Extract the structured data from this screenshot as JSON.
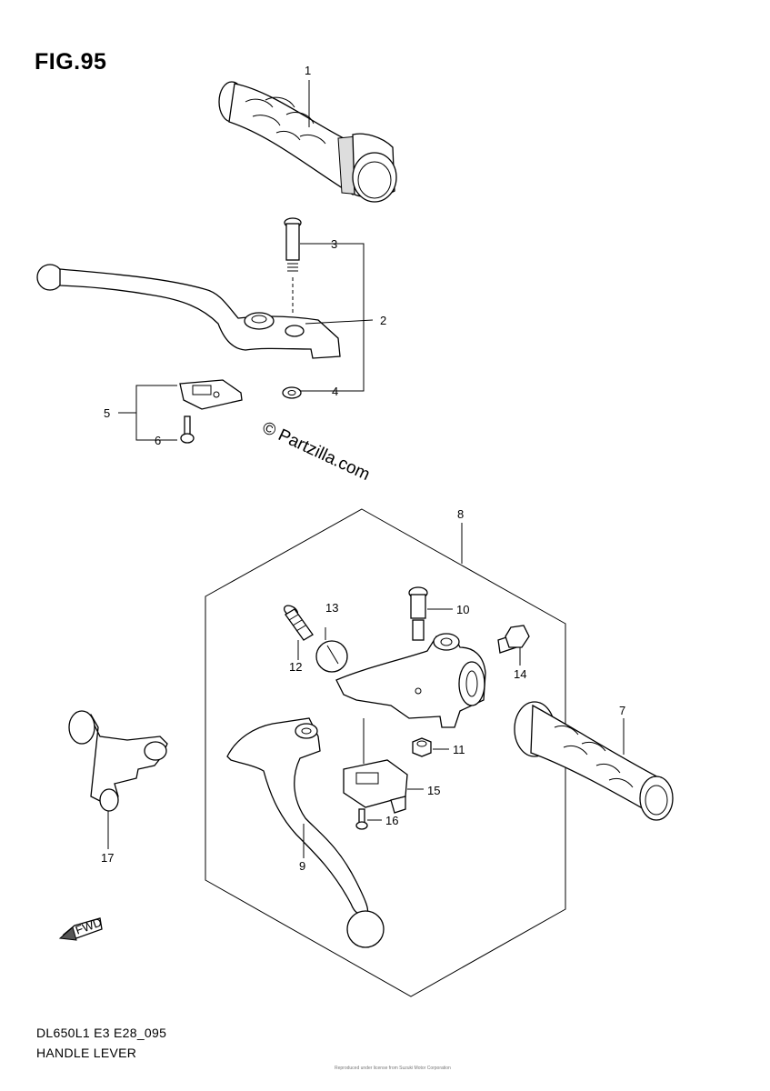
{
  "figure": {
    "title": "FIG.95",
    "model_code": "DL650L1 E3 E28_095",
    "section_name": "HANDLE LEVER",
    "watermark": "© Partzilla.com",
    "tiny_text": "Reproduced under license from Suzuki Motor Corporation"
  },
  "callouts": [
    {
      "id": 1,
      "label": "1",
      "part": "handlebar-grip"
    },
    {
      "id": 2,
      "label": "2",
      "part": "brake-lever"
    },
    {
      "id": 3,
      "label": "3",
      "part": "pivot-bolt"
    },
    {
      "id": 4,
      "label": "4",
      "part": "nut"
    },
    {
      "id": 5,
      "label": "5",
      "part": "bracket-switch"
    },
    {
      "id": 6,
      "label": "6",
      "part": "screw"
    },
    {
      "id": 7,
      "label": "7",
      "part": "handlebar-grip"
    },
    {
      "id": 8,
      "label": "8",
      "part": "lever-assembly"
    },
    {
      "id": 9,
      "label": "9",
      "part": "clutch-lever"
    },
    {
      "id": 10,
      "label": "10",
      "part": "pivot-bolt"
    },
    {
      "id": 11,
      "label": "11",
      "part": "nut"
    },
    {
      "id": 12,
      "label": "12",
      "part": "adjuster-bolt"
    },
    {
      "id": 13,
      "label": "13",
      "part": "adjuster-nut"
    },
    {
      "id": 14,
      "label": "14",
      "part": "bolt"
    },
    {
      "id": 15,
      "label": "15",
      "part": "clutch-switch"
    },
    {
      "id": 16,
      "label": "16",
      "part": "screw"
    },
    {
      "id": 17,
      "label": "17",
      "part": "perch-holder"
    }
  ],
  "fwd_arrow": {
    "label": "FWD",
    "icon": "fwd-arrow-icon"
  }
}
